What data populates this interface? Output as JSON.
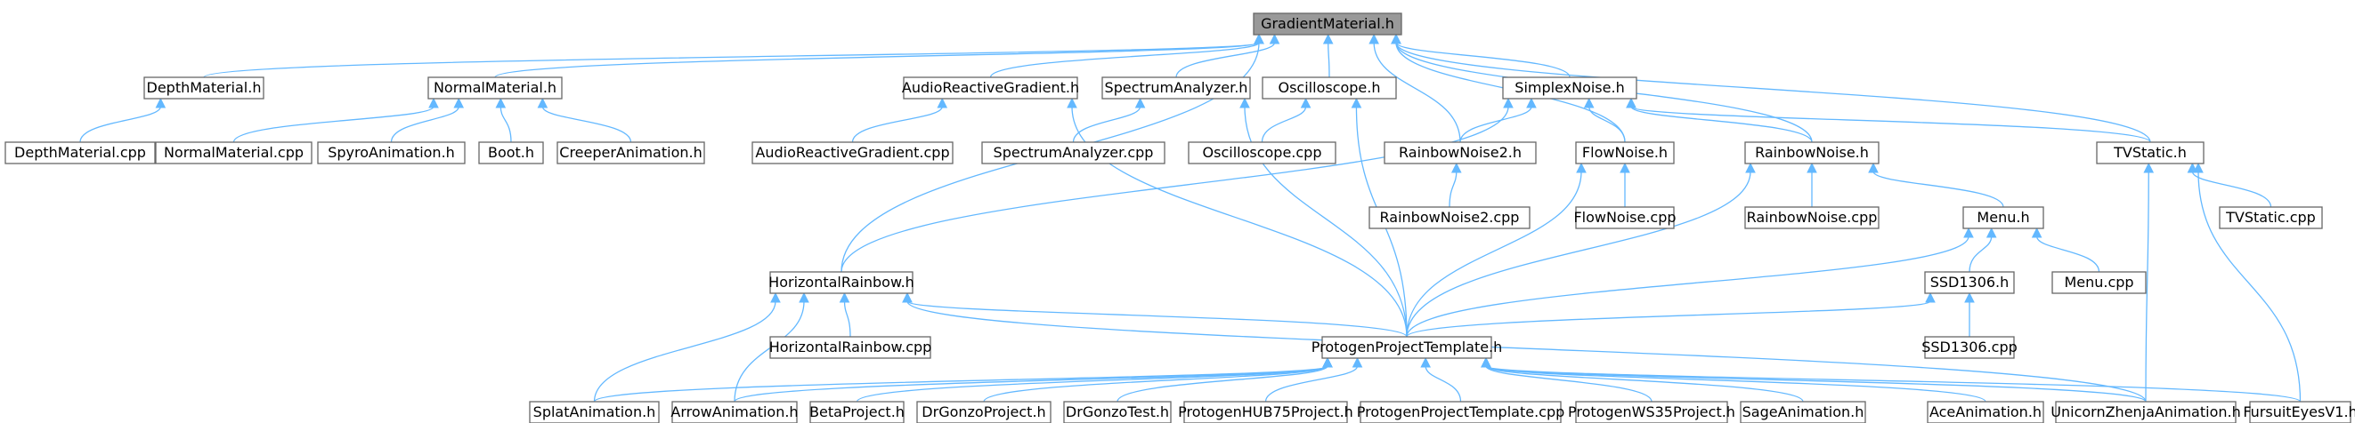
{
  "diagram": {
    "type": "include-dependency-graph",
    "colors": {
      "edge": "#63b8ff",
      "root_fill": "#999999",
      "node_border": "#666666",
      "node_fill": "#ffffff"
    },
    "nodes": [
      {
        "id": "gm",
        "label": "GradientMaterial.h",
        "root": true
      },
      {
        "id": "dm",
        "label": "DepthMaterial.h"
      },
      {
        "id": "dmc",
        "label": "DepthMaterial.cpp"
      },
      {
        "id": "nm",
        "label": "NormalMaterial.h"
      },
      {
        "id": "nmc",
        "label": "NormalMaterial.cpp"
      },
      {
        "id": "spyro",
        "label": "SpyroAnimation.h"
      },
      {
        "id": "boot",
        "label": "Boot.h"
      },
      {
        "id": "creeper",
        "label": "CreeperAnimation.h"
      },
      {
        "id": "arg",
        "label": "AudioReactiveGradient.h"
      },
      {
        "id": "argc",
        "label": "AudioReactiveGradient.cpp"
      },
      {
        "id": "sa",
        "label": "SpectrumAnalyzer.h"
      },
      {
        "id": "sac",
        "label": "SpectrumAnalyzer.cpp"
      },
      {
        "id": "osc",
        "label": "Oscilloscope.h"
      },
      {
        "id": "oscc",
        "label": "Oscilloscope.cpp"
      },
      {
        "id": "sn",
        "label": "SimplexNoise.h"
      },
      {
        "id": "rn2",
        "label": "RainbowNoise2.h"
      },
      {
        "id": "rn2c",
        "label": "RainbowNoise2.cpp"
      },
      {
        "id": "fn",
        "label": "FlowNoise.h"
      },
      {
        "id": "fnc",
        "label": "FlowNoise.cpp"
      },
      {
        "id": "rn",
        "label": "RainbowNoise.h"
      },
      {
        "id": "rnc",
        "label": "RainbowNoise.cpp"
      },
      {
        "id": "menu",
        "label": "Menu.h"
      },
      {
        "id": "menuc",
        "label": "Menu.cpp"
      },
      {
        "id": "ssd",
        "label": "SSD1306.h"
      },
      {
        "id": "ssdc",
        "label": "SSD1306.cpp"
      },
      {
        "id": "tv",
        "label": "TVStatic.h"
      },
      {
        "id": "tvc",
        "label": "TVStatic.cpp"
      },
      {
        "id": "hr",
        "label": "HorizontalRainbow.h"
      },
      {
        "id": "hrc",
        "label": "HorizontalRainbow.cpp"
      },
      {
        "id": "ppt",
        "label": "ProtogenProjectTemplate.h"
      },
      {
        "id": "splat",
        "label": "SplatAnimation.h"
      },
      {
        "id": "arrow",
        "label": "ArrowAnimation.h"
      },
      {
        "id": "beta",
        "label": "BetaProject.h"
      },
      {
        "id": "drgp",
        "label": "DrGonzoProject.h"
      },
      {
        "id": "drgt",
        "label": "DrGonzoTest.h"
      },
      {
        "id": "hub75",
        "label": "ProtogenHUB75Project.h"
      },
      {
        "id": "pptc",
        "label": "ProtogenProjectTemplate.cpp"
      },
      {
        "id": "ws35",
        "label": "ProtogenWS35Project.h"
      },
      {
        "id": "sage",
        "label": "SageAnimation.h"
      },
      {
        "id": "ace",
        "label": "AceAnimation.h"
      },
      {
        "id": "uz",
        "label": "UnicornZhenjaAnimation.h"
      },
      {
        "id": "fe",
        "label": "FursuitEyesV1.h"
      }
    ],
    "edges": [
      [
        "dm",
        "gm"
      ],
      [
        "nm",
        "gm"
      ],
      [
        "hr",
        "gm"
      ],
      [
        "arg",
        "gm"
      ],
      [
        "sa",
        "gm"
      ],
      [
        "osc",
        "gm"
      ],
      [
        "rn2",
        "gm"
      ],
      [
        "sn",
        "gm"
      ],
      [
        "fn",
        "gm"
      ],
      [
        "rn",
        "gm"
      ],
      [
        "tv",
        "gm"
      ],
      [
        "dmc",
        "dm"
      ],
      [
        "nmc",
        "nm"
      ],
      [
        "spyro",
        "nm"
      ],
      [
        "boot",
        "nm"
      ],
      [
        "creeper",
        "nm"
      ],
      [
        "argc",
        "arg"
      ],
      [
        "ppt",
        "arg"
      ],
      [
        "sac",
        "sa"
      ],
      [
        "ppt",
        "sa"
      ],
      [
        "oscc",
        "osc"
      ],
      [
        "ppt",
        "osc"
      ],
      [
        "rn2",
        "sn"
      ],
      [
        "fn",
        "sn"
      ],
      [
        "rn",
        "sn"
      ],
      [
        "tv",
        "sn"
      ],
      [
        "hr",
        "sn"
      ],
      [
        "rn2c",
        "rn2"
      ],
      [
        "fnc",
        "fn"
      ],
      [
        "ppt",
        "fn"
      ],
      [
        "rnc",
        "rn"
      ],
      [
        "menu",
        "rn"
      ],
      [
        "ppt",
        "rn"
      ],
      [
        "menuc",
        "menu"
      ],
      [
        "ssd",
        "menu"
      ],
      [
        "ppt",
        "menu"
      ],
      [
        "ssdc",
        "ssd"
      ],
      [
        "ppt",
        "ssd"
      ],
      [
        "tvc",
        "tv"
      ],
      [
        "uz",
        "tv"
      ],
      [
        "fe",
        "tv"
      ],
      [
        "hrc",
        "hr"
      ],
      [
        "ppt",
        "hr"
      ],
      [
        "splat",
        "hr"
      ],
      [
        "arrow",
        "hr"
      ],
      [
        "uz",
        "hr"
      ],
      [
        "splat",
        "ppt"
      ],
      [
        "arrow",
        "ppt"
      ],
      [
        "beta",
        "ppt"
      ],
      [
        "drgp",
        "ppt"
      ],
      [
        "drgt",
        "ppt"
      ],
      [
        "hub75",
        "ppt"
      ],
      [
        "pptc",
        "ppt"
      ],
      [
        "ws35",
        "ppt"
      ],
      [
        "sage",
        "ppt"
      ],
      [
        "ace",
        "ppt"
      ],
      [
        "uz",
        "ppt"
      ],
      [
        "fe",
        "ppt"
      ]
    ]
  }
}
